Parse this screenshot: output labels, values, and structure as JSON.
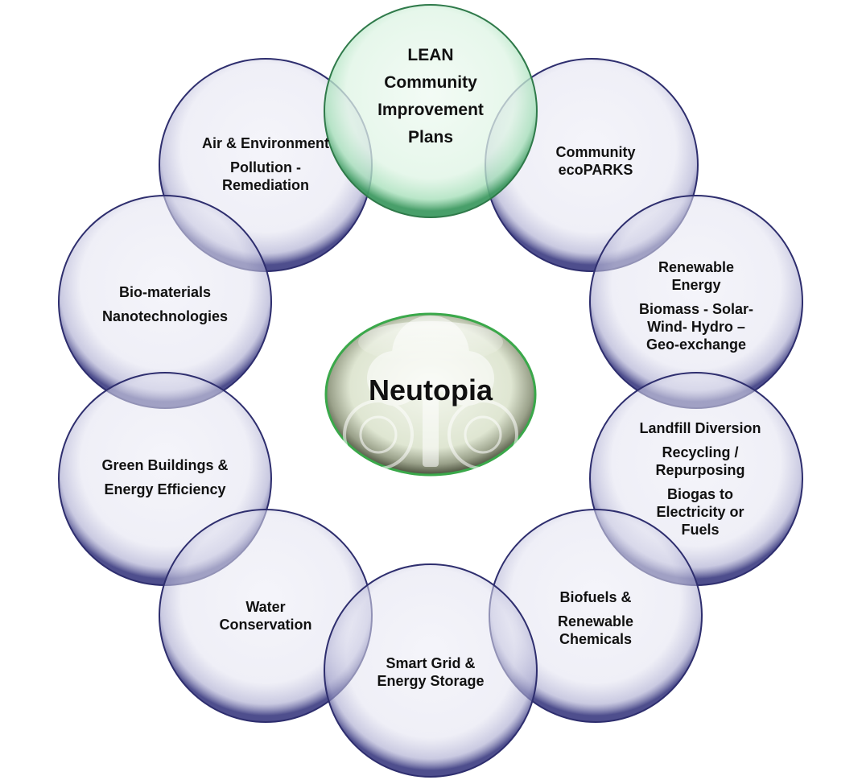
{
  "center": {
    "label": "Neutopia"
  },
  "nodes": [
    {
      "id": "lean",
      "lines": [
        "LEAN",
        "Community",
        "Improvement",
        "Plans"
      ]
    },
    {
      "id": "ecoparks",
      "lines": [
        "Community",
        "ecoPARKS"
      ]
    },
    {
      "id": "renewable",
      "lines": [
        "Renewable",
        "Energy",
        "",
        "Biomass - Solar-",
        "Wind- Hydro –",
        "Geo-exchange"
      ]
    },
    {
      "id": "landfill",
      "lines": [
        "Landfill Diversion",
        "",
        "Recycling /",
        "Repurposing",
        "",
        "Biogas to",
        "Electricity or",
        "Fuels"
      ]
    },
    {
      "id": "biofuels",
      "lines": [
        "Biofuels &",
        "",
        "Renewable",
        "Chemicals"
      ]
    },
    {
      "id": "smartgrid",
      "lines": [
        "Smart Grid &",
        "Energy Storage"
      ]
    },
    {
      "id": "water",
      "lines": [
        "Water",
        "Conservation"
      ]
    },
    {
      "id": "buildings",
      "lines": [
        "Green Buildings &",
        "",
        "Energy Efficiency"
      ]
    },
    {
      "id": "biomaterials",
      "lines": [
        "Bio-materials",
        "",
        "Nanotechnologies"
      ]
    },
    {
      "id": "air",
      "lines": [
        "Air & Environment",
        "",
        "Pollution -",
        "Remediation"
      ]
    }
  ],
  "colors": {
    "ring_fill": "#e7e7f2",
    "ring_edge": "#2e2e6e",
    "lean_fill": "#e2f5e8",
    "lean_edge": "#3d8f5a",
    "center_edge": "#3aa84a"
  }
}
